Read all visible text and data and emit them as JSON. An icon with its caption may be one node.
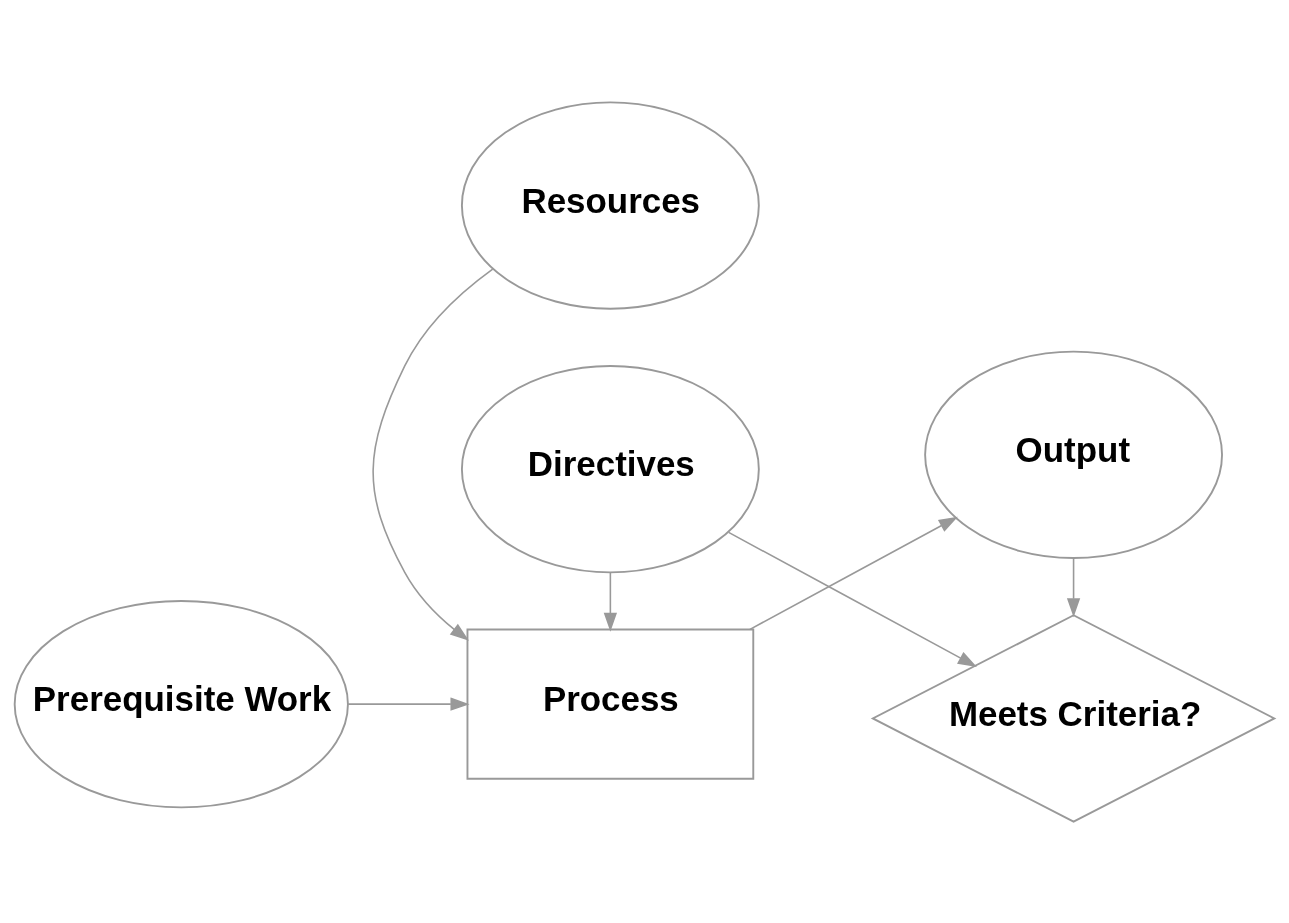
{
  "diagram": {
    "nodes": [
      {
        "text": [
          "Directives"
        ]
      },
      {
        "text": [
          "Meets Criteria?"
        ]
      },
      {
        "text": [
          "Prerequisite Work"
        ]
      },
      {
        "text": [
          "Process"
        ]
      },
      {
        "text": [
          "Output"
        ]
      },
      {
        "text": [
          "Resources"
        ]
      }
    ],
    "edges": [
      {
        "from": 0,
        "to": 1,
        "arrow": "to"
      },
      {
        "from": 0,
        "to": 3,
        "arrow": "to"
      },
      {
        "from": 2,
        "to": 3,
        "arrow": "to"
      },
      {
        "from": 3,
        "to": 4,
        "arrow": "to"
      },
      {
        "from": 4,
        "to": 1,
        "arrow": "to"
      },
      {
        "from": 5,
        "to": 3,
        "arrow": "to"
      }
    ]
  }
}
